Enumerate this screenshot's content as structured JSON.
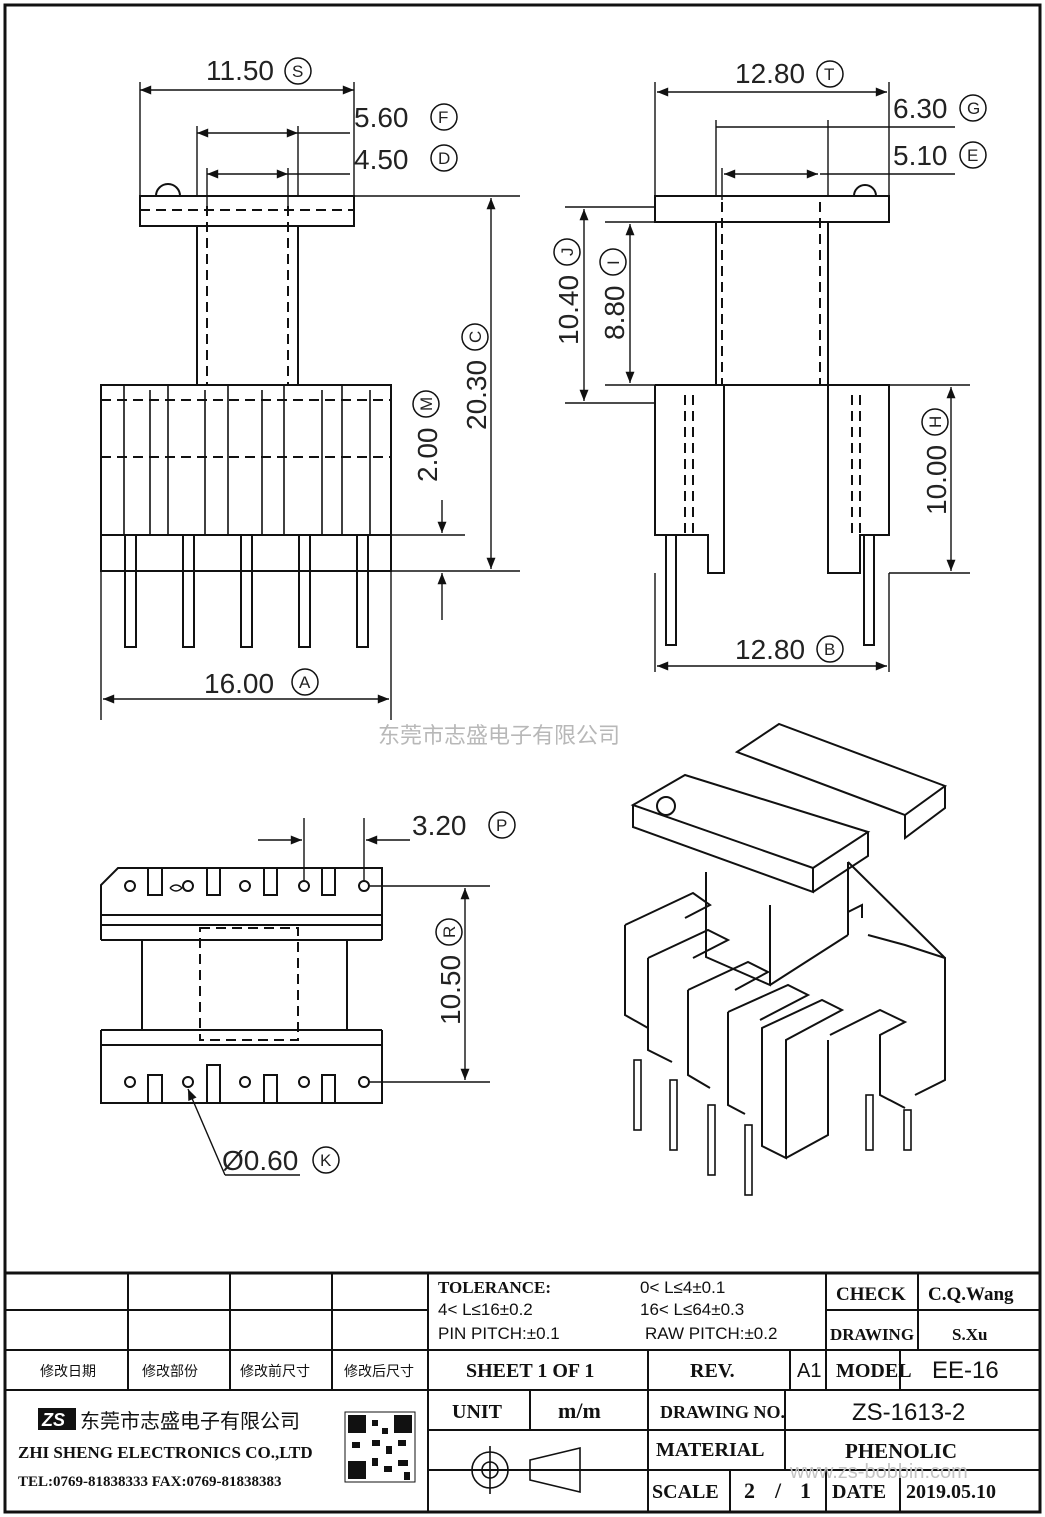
{
  "dimensions": {
    "S": {
      "value": "11.50",
      "letter": "S"
    },
    "F": {
      "value": "5.60",
      "letter": "F"
    },
    "D": {
      "value": "4.50",
      "letter": "D"
    },
    "C": {
      "value": "20.30",
      "letter": "C"
    },
    "M": {
      "value": "2.00",
      "letter": "M"
    },
    "A": {
      "value": "16.00",
      "letter": "A"
    },
    "T": {
      "value": "12.80",
      "letter": "T"
    },
    "G": {
      "value": "6.30",
      "letter": "G"
    },
    "E": {
      "value": "5.10",
      "letter": "E"
    },
    "J": {
      "value": "10.40",
      "letter": "J"
    },
    "I": {
      "value": "8.80",
      "letter": "I"
    },
    "H": {
      "value": "10.00",
      "letter": "H"
    },
    "B": {
      "value": "12.80",
      "letter": "B"
    },
    "P": {
      "value": "3.20",
      "letter": "P"
    },
    "R": {
      "value": "10.50",
      "letter": "R"
    },
    "K": {
      "value": "Ø0.60",
      "letter": "K"
    }
  },
  "watermark": "东莞市志盛电子有限公司",
  "watermark_url": "www.zs-bobbin.com",
  "title_block": {
    "revision_headers": [
      "修改日期",
      "修改部份",
      "修改前尺寸",
      "修改后尺寸"
    ],
    "tolerance_label": "TOLERANCE:",
    "tol_1": "0< L≤4±0.1",
    "tol_2": "4< L≤16±0.2",
    "tol_3": "16< L≤64±0.3",
    "pin_pitch": "PIN PITCH:±0.1",
    "raw_pitch": "RAW PITCH:±0.2",
    "check_label": "CHECK",
    "check_value": "C.Q.Wang",
    "drawing_label": "DRAWING",
    "drawing_value": "S.Xu",
    "sheet": "SHEET 1 OF 1",
    "rev_label": "REV.",
    "rev_value": "A1",
    "model_label": "MODEL",
    "model_value": "EE-16",
    "unit_label": "UNIT",
    "unit_value": "m/m",
    "drawing_no_label": "DRAWING NO.",
    "drawing_no_value": "ZS-1613-2",
    "material_label": "MATERIAL",
    "material_value": "PHENOLIC",
    "scale_label": "SCALE",
    "scale_num": "2",
    "scale_sep": "/",
    "scale_den": "1",
    "date_label": "DATE",
    "date_value": "2019.05.10",
    "company_cn": "东莞市志盛电子有限公司",
    "company_en": "ZHI SHENG ELECTRONICS CO.,LTD",
    "contact": "TEL:0769-81838333 FAX:0769-81838383",
    "logo_text": "ZS"
  }
}
